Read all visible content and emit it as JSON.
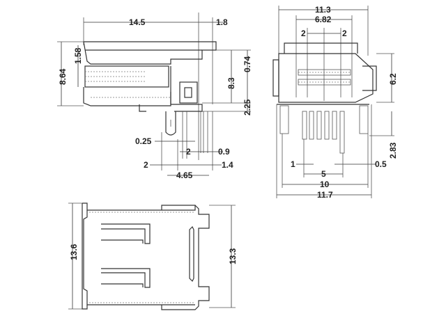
{
  "drawing": {
    "title": "Connector mechanical drawing",
    "side_view": {
      "dimensions": {
        "length": "14.5",
        "flange": "1.8",
        "height": "8.64",
        "slot": "1.58",
        "body_height": "8.3",
        "top_offset": "0.74",
        "pin_standoff": "2.25",
        "pin_thickness": "0.25",
        "pin_gap": "2",
        "pin_width": "0.9",
        "pin_left": "2",
        "pin_spacing": "1.4",
        "pin_row": "4.65"
      }
    },
    "front_view": {
      "dimensions": {
        "width": "11.3",
        "opening": "6.82",
        "pitch_left": "2",
        "pitch_right": "2",
        "height": "6.2",
        "pin_length": "2.83",
        "pin_pitch": "1",
        "pin_thickness": "0.5",
        "pin_span": "5",
        "peg_span": "10",
        "overall_width": "11.7"
      }
    },
    "top_view": {
      "dimensions": {
        "overall": "13.6",
        "body": "13.3"
      }
    }
  }
}
